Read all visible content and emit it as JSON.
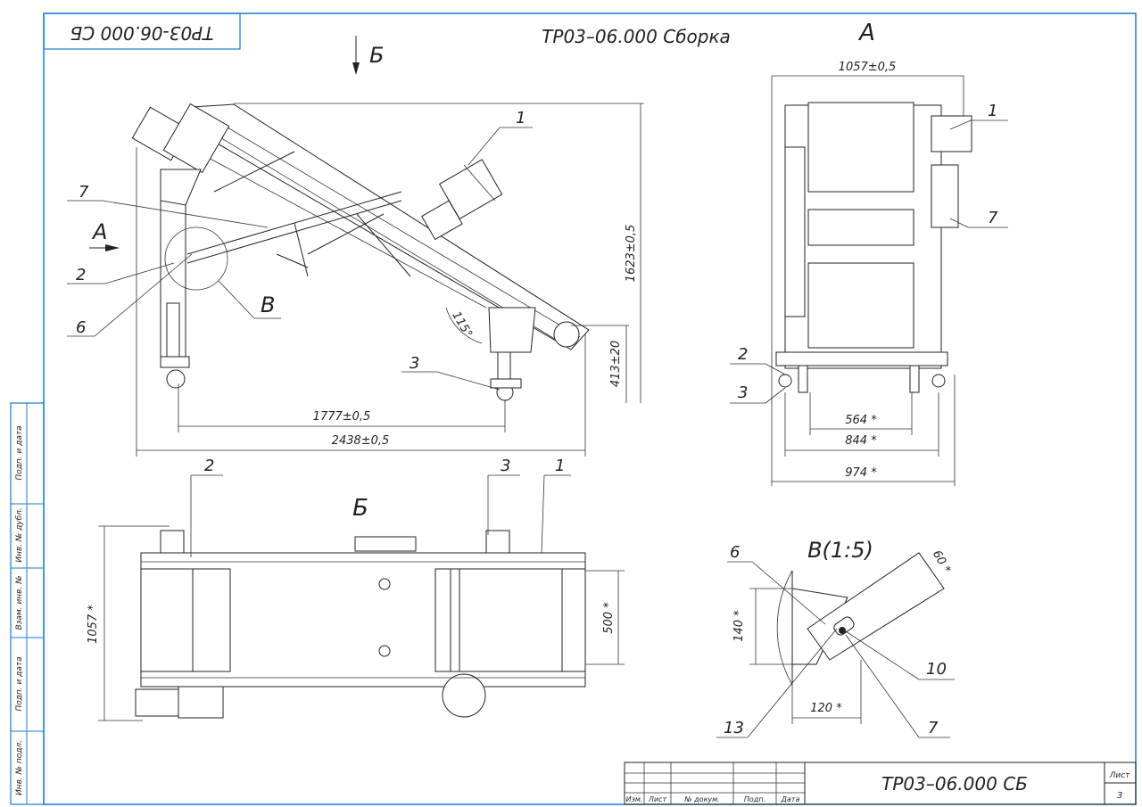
{
  "stamp_mirrored": "ТР03-06.000 СБ",
  "title_top": "ТР03–06.000 Сборка",
  "view_A_label": "А",
  "view_B_label": "Б",
  "detail_V_label": "В",
  "detail_V_scale_label": "В(1:5)",
  "arrow_A": "А",
  "arrow_B": "Б",
  "side_view": {
    "callouts": [
      "1",
      "7",
      "2",
      "6",
      "3"
    ],
    "dims": {
      "height": "1623±0,5",
      "width_wheels": "1777±0,5",
      "width_total": "2438±0,5",
      "height_low": "413±20",
      "angle": "115°"
    }
  },
  "view_A": {
    "callouts": [
      "1",
      "7",
      "2",
      "3"
    ],
    "dims": {
      "top": "1057±0,5",
      "d1": "564 *",
      "d2": "844 *",
      "d3": "974 *"
    }
  },
  "view_B": {
    "callouts": [
      "2",
      "3",
      "1"
    ],
    "dims": {
      "height": "1057 *",
      "belt": "500 *"
    }
  },
  "detail_V": {
    "callouts": [
      "6",
      "10",
      "13",
      "7"
    ],
    "dims": {
      "h": "140 *",
      "w": "120 *",
      "angle": "60 *"
    }
  },
  "side_columns": [
    "Подп. и дата",
    "Инв. № дубл.",
    "Взам. инв. №",
    "Подп. и дата",
    "Инв. № подл."
  ],
  "title_block": {
    "headers": [
      "Изм.",
      "Лист",
      "№ докум.",
      "Подп.",
      "Дата"
    ],
    "designation": "ТР03–06.000 СБ",
    "sheet_label": "Лист",
    "sheet_number": "3"
  }
}
